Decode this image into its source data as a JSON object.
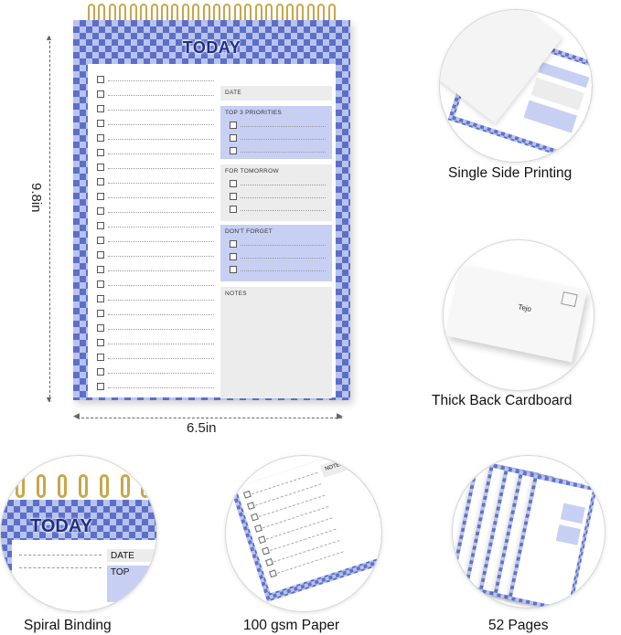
{
  "notepad": {
    "title": "TODAY",
    "sections": {
      "date": "DATE",
      "priorities": "TOP 3 PRIORITIES",
      "tomorrow": "FOR TOMORROW",
      "forget": "DON'T FORGET",
      "notes": "NOTES"
    },
    "colors": {
      "checker_dark": "#5c6fc7",
      "checker_light": "#b9c3ef",
      "section_fill": "#c7cff3",
      "coil": "#c9a64a",
      "title": "#1f2f86"
    }
  },
  "dimensions": {
    "height": "9.8in",
    "width": "6.5in"
  },
  "features": {
    "single_side": "Single Side Printing",
    "back_cardboard": "Thick Back Cardboard",
    "back_brand": "Tejo",
    "spiral": "Spiral Binding",
    "spiral_title": "TODAY",
    "spiral_date": "DATE",
    "spiral_top": "TOP",
    "paper": "100 gsm Paper",
    "paper_notes": "NOTES",
    "pages": "52 Pages"
  }
}
